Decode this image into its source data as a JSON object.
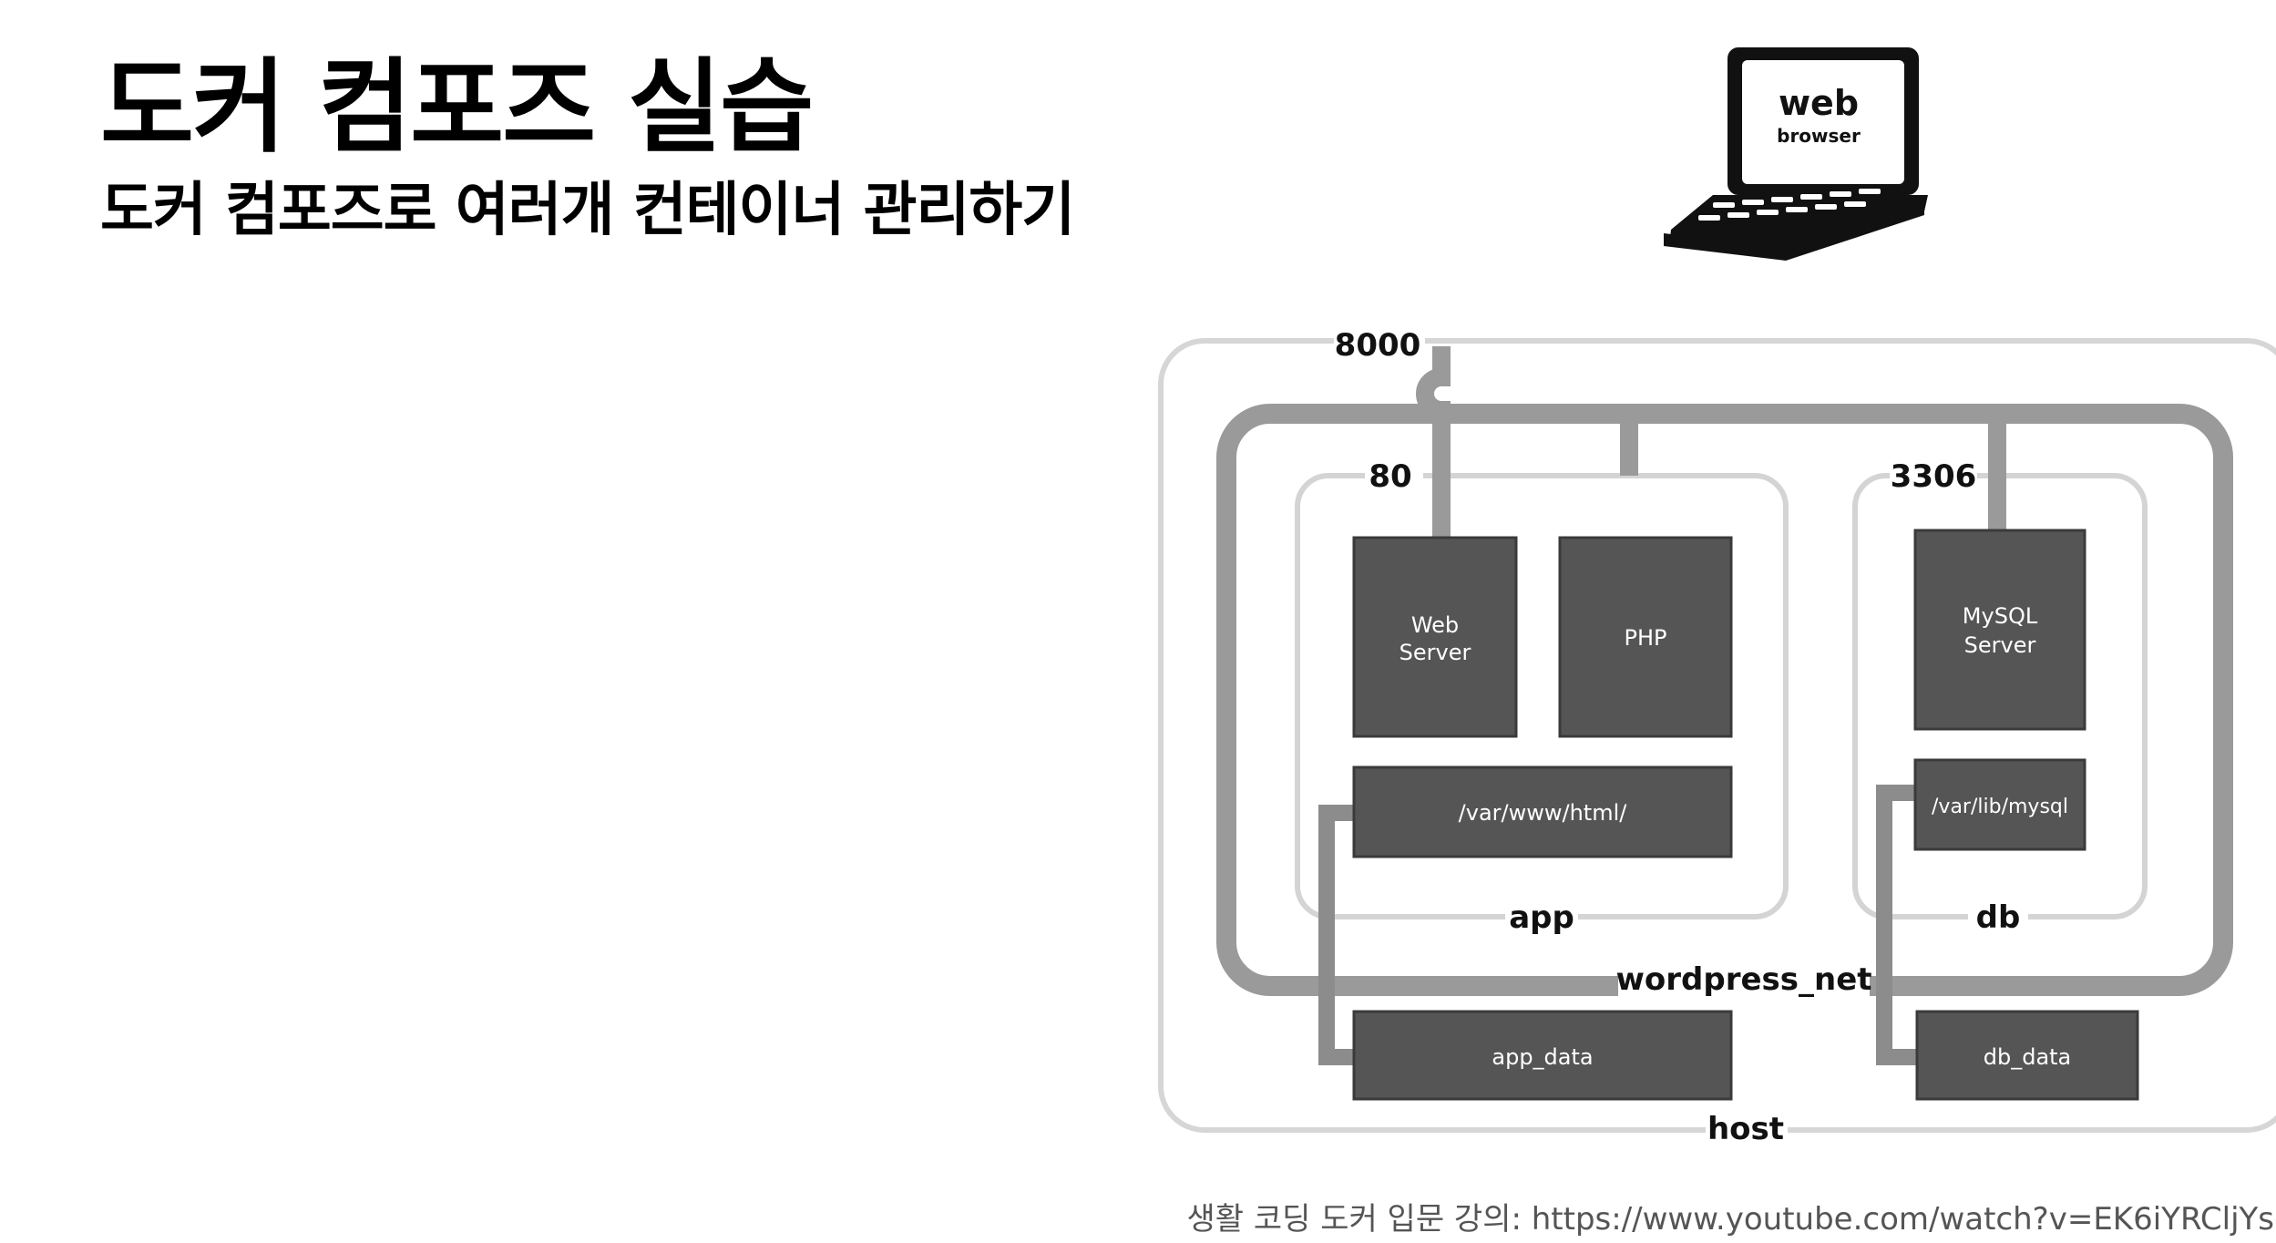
{
  "slide": {
    "title": "도커 컴포즈 실습",
    "subtitle": "도커 컴포즈로 여러개 컨테이너 관리하기",
    "caption": "생활 코딩 도커 입문 강의: https://www.youtube.com/watch?v=EK6iYRCljYs"
  },
  "diagram": {
    "laptop": {
      "line1": "web",
      "line2": "browser"
    },
    "ports": {
      "host": "8000",
      "app": "80",
      "db": "3306"
    },
    "boxes": {
      "web_server": [
        "Web",
        "Server"
      ],
      "php": "PHP",
      "mysql": [
        "MySQL",
        "Server"
      ],
      "app_volume": "/var/www/html/",
      "db_volume": "/var/lib/mysql",
      "app_data": "app_data",
      "db_data": "db_data"
    },
    "labels": {
      "app": "app",
      "db": "db",
      "network": "wordpress_net",
      "host": "host"
    }
  }
}
